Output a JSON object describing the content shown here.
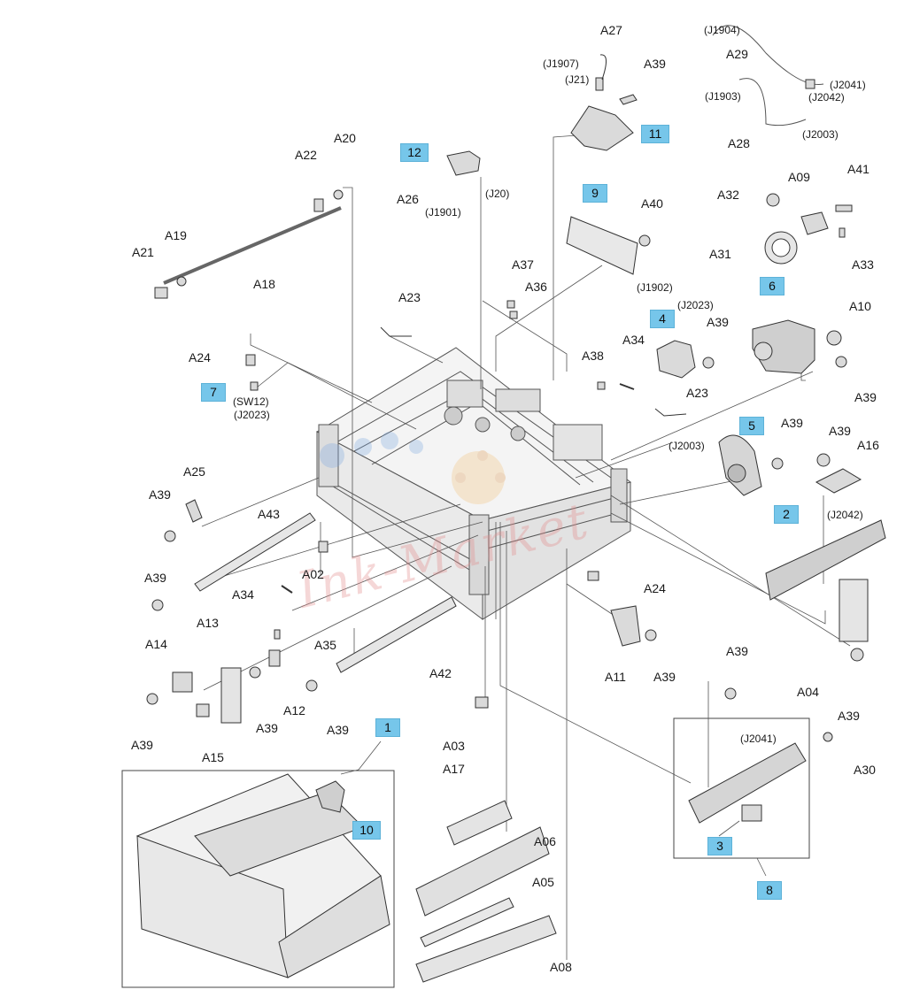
{
  "watermark": "Ink-Market",
  "callouts": [
    "1",
    "2",
    "3",
    "4",
    "5",
    "6",
    "7",
    "8",
    "9",
    "10",
    "11",
    "12"
  ],
  "part_labels": [
    "A02",
    "A03",
    "A04",
    "A05",
    "A06",
    "A08",
    "A09",
    "A10",
    "A11",
    "A12",
    "A13",
    "A14",
    "A15",
    "A16",
    "A17",
    "A18",
    "A19",
    "A20",
    "A21",
    "A22",
    "A23",
    "A24",
    "A25",
    "A26",
    "A27",
    "A28",
    "A29",
    "A30",
    "A31",
    "A32",
    "A33",
    "A34",
    "A35",
    "A36",
    "A37",
    "A38",
    "A39",
    "A40",
    "A41",
    "A42",
    "A43"
  ],
  "connectors": [
    "(J1904)",
    "(J2041)",
    "(J2042)",
    "(J1903)",
    "(J2003)",
    "(J1907)",
    "(J21)",
    "(J20)",
    "(J1901)",
    "(J1902)",
    "(J2023)",
    "(SW12)"
  ]
}
